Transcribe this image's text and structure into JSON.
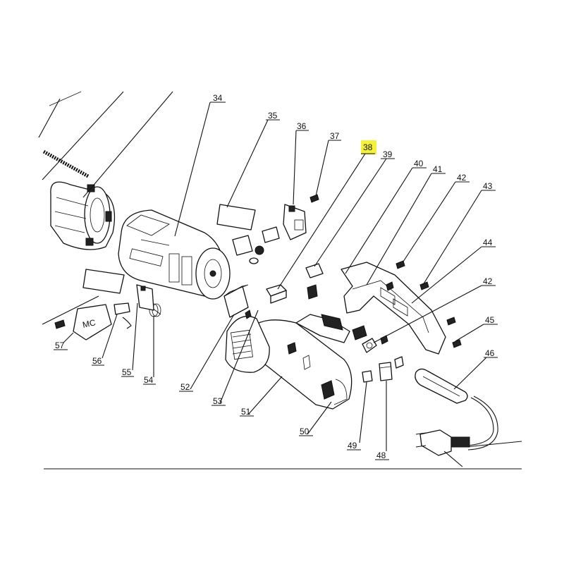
{
  "callouts": [
    {
      "id": "34",
      "highlighted": false
    },
    {
      "id": "35",
      "highlighted": false
    },
    {
      "id": "36",
      "highlighted": false
    },
    {
      "id": "37",
      "highlighted": false
    },
    {
      "id": "38",
      "highlighted": true
    },
    {
      "id": "39",
      "highlighted": false
    },
    {
      "id": "40",
      "highlighted": false
    },
    {
      "id": "41",
      "highlighted": false
    },
    {
      "id": "42",
      "highlighted": false
    },
    {
      "id": "43",
      "highlighted": false
    },
    {
      "id": "44",
      "highlighted": false
    },
    {
      "id": "42b",
      "text": "42",
      "highlighted": false
    },
    {
      "id": "45",
      "highlighted": false
    },
    {
      "id": "46",
      "highlighted": false
    },
    {
      "id": "48",
      "highlighted": false
    },
    {
      "id": "49",
      "highlighted": false
    },
    {
      "id": "50",
      "highlighted": false
    },
    {
      "id": "51",
      "highlighted": false
    },
    {
      "id": "52",
      "highlighted": false
    },
    {
      "id": "53",
      "highlighted": false
    },
    {
      "id": "54",
      "highlighted": false
    },
    {
      "id": "55",
      "highlighted": false
    },
    {
      "id": "56",
      "highlighted": false
    },
    {
      "id": "57",
      "highlighted": false
    }
  ],
  "colors": {
    "highlight": "#f5f03a",
    "ink": "#111111",
    "background": "#ffffff"
  }
}
